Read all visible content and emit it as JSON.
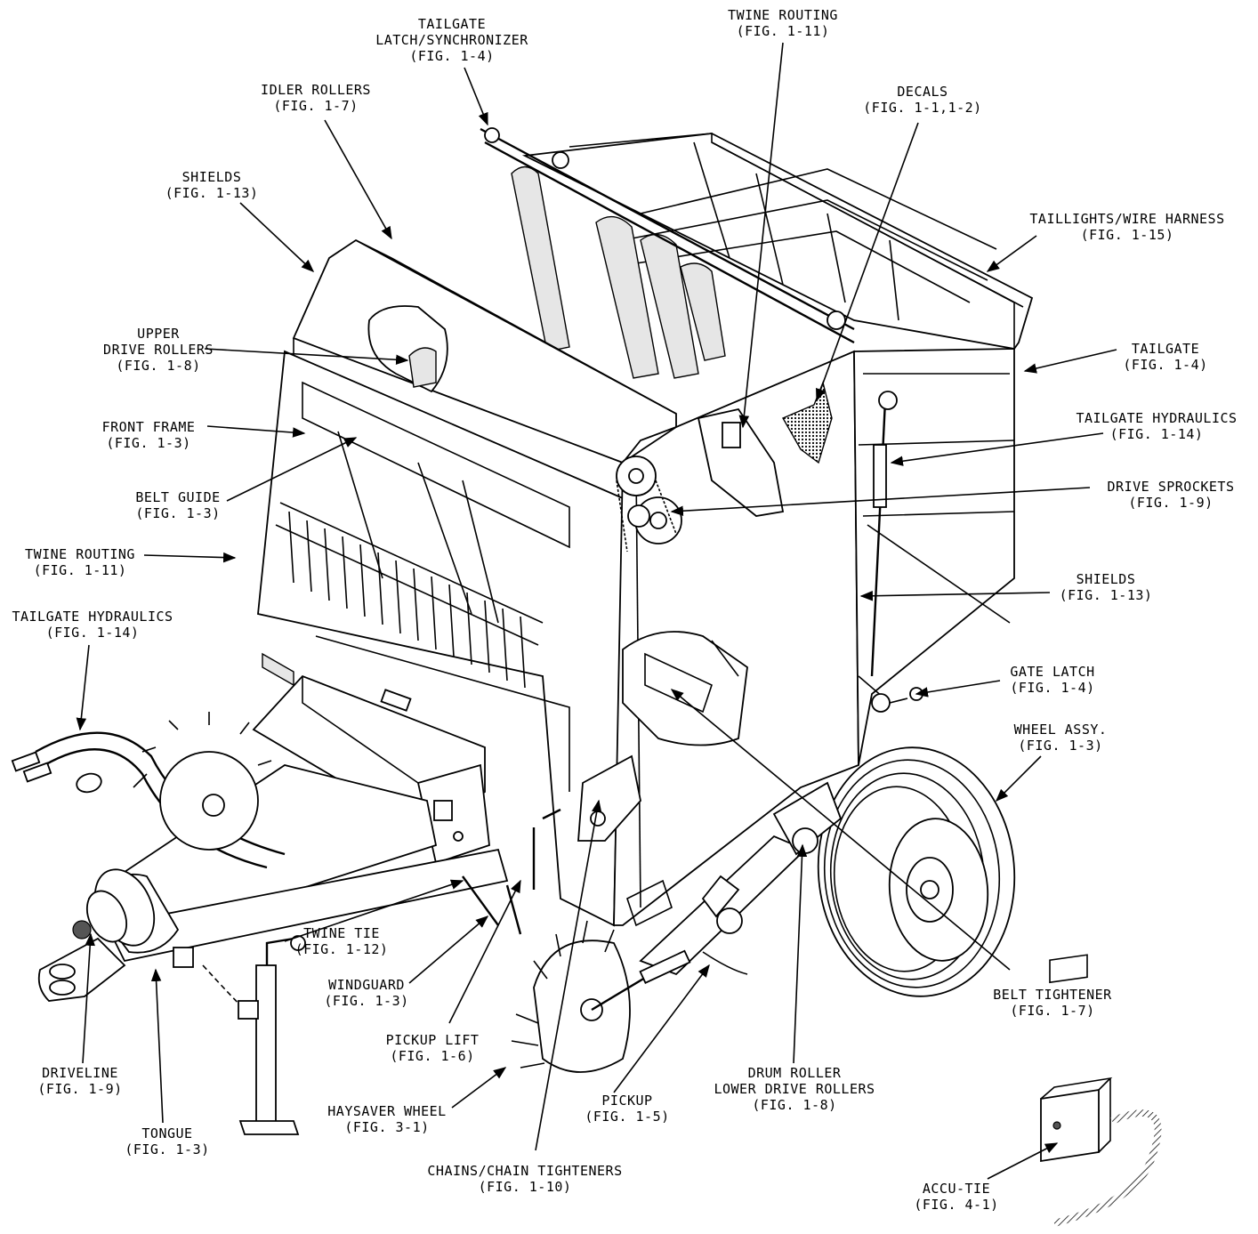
{
  "callouts": [
    {
      "id": "tailgate-latch",
      "lines": [
        "TAILGATE",
        "LATCH/SYNCHRONIZER",
        "(FIG. 1-4)"
      ]
    },
    {
      "id": "twine-routing-top",
      "lines": [
        "TWINE ROUTING",
        "(FIG. 1-11)"
      ]
    },
    {
      "id": "idler-rollers",
      "lines": [
        "IDLER ROLLERS",
        "(FIG. 1-7)"
      ]
    },
    {
      "id": "decals",
      "lines": [
        "DECALS",
        "(FIG. 1-1,1-2)"
      ]
    },
    {
      "id": "shields-left",
      "lines": [
        "SHIELDS",
        "(FIG. 1-13)"
      ]
    },
    {
      "id": "taillights",
      "lines": [
        "TAILLIGHTS/WIRE HARNESS",
        "(FIG. 1-15)"
      ]
    },
    {
      "id": "upper-drive-rollers",
      "lines": [
        "UPPER",
        "DRIVE ROLLERS",
        "(FIG. 1-8)"
      ]
    },
    {
      "id": "tailgate",
      "lines": [
        "TAILGATE",
        "(FIG. 1-4)"
      ]
    },
    {
      "id": "front-frame",
      "lines": [
        "FRONT FRAME",
        "(FIG. 1-3)"
      ]
    },
    {
      "id": "tailgate-hydraulics-right",
      "lines": [
        "TAILGATE HYDRAULICS",
        "(FIG. 1-14)"
      ]
    },
    {
      "id": "belt-guide",
      "lines": [
        "BELT GUIDE",
        "(FIG. 1-3)"
      ]
    },
    {
      "id": "drive-sprockets",
      "lines": [
        "DRIVE SPROCKETS",
        "(FIG. 1-9)"
      ]
    },
    {
      "id": "twine-routing-left",
      "lines": [
        "TWINE ROUTING",
        "(FIG. 1-11)"
      ]
    },
    {
      "id": "shields-right",
      "lines": [
        "SHIELDS",
        "(FIG. 1-13)"
      ]
    },
    {
      "id": "tailgate-hydraulics-left",
      "lines": [
        "TAILGATE HYDRAULICS",
        "(FIG. 1-14)"
      ]
    },
    {
      "id": "gate-latch",
      "lines": [
        "GATE LATCH",
        "(FIG. 1-4)"
      ]
    },
    {
      "id": "wheel-assy",
      "lines": [
        "WHEEL ASSY.",
        "(FIG. 1-3)"
      ]
    },
    {
      "id": "twine-tie",
      "lines": [
        "TWINE TIE",
        "(FIG. 1-12)"
      ]
    },
    {
      "id": "windguard",
      "lines": [
        "WINDGUARD",
        "(FIG. 1-3)"
      ]
    },
    {
      "id": "belt-tightener",
      "lines": [
        "BELT TIGHTENER",
        "(FIG. 1-7)"
      ]
    },
    {
      "id": "pickup-lift",
      "lines": [
        "PICKUP LIFT",
        "(FIG. 1-6)"
      ]
    },
    {
      "id": "drum-roller",
      "lines": [
        "DRUM ROLLER",
        "LOWER DRIVE ROLLERS",
        "(FIG. 1-8)"
      ]
    },
    {
      "id": "driveline",
      "lines": [
        "DRIVELINE",
        "(FIG. 1-9)"
      ]
    },
    {
      "id": "haysaver-wheel",
      "lines": [
        "HAYSAVER WHEEL",
        "(FIG. 3-1)"
      ]
    },
    {
      "id": "pickup",
      "lines": [
        "PICKUP",
        "(FIG. 1-5)"
      ]
    },
    {
      "id": "tongue",
      "lines": [
        "TONGUE",
        "(FIG. 1-3)"
      ]
    },
    {
      "id": "chains",
      "lines": [
        "CHAINS/CHAIN TIGHTENERS",
        "(FIG. 1-10)"
      ]
    },
    {
      "id": "accu-tie",
      "lines": [
        "ACCU-TIE",
        "(FIG. 4-1)"
      ]
    }
  ]
}
